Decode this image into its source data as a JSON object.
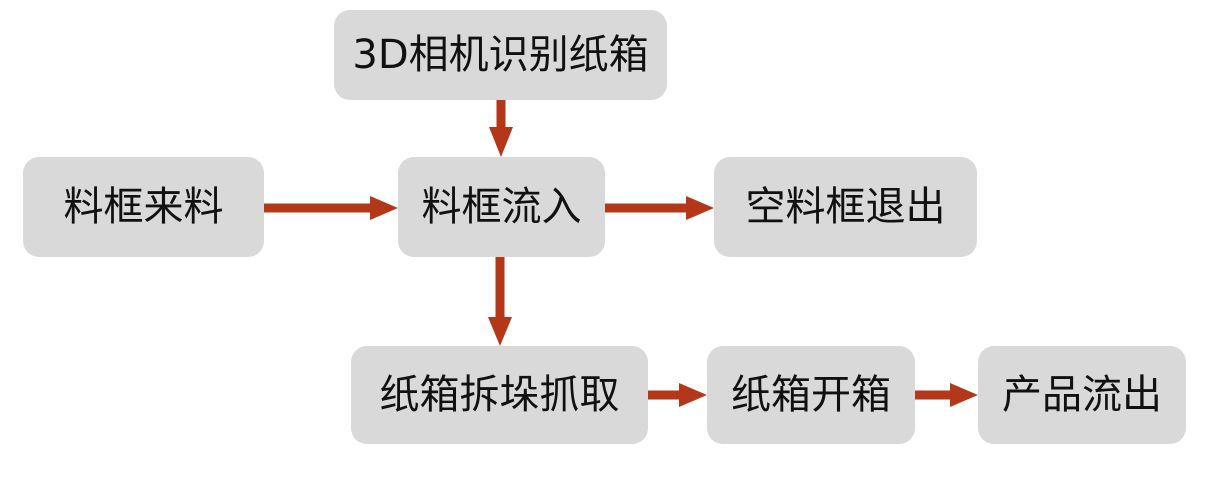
{
  "diagram": {
    "nodes": {
      "camera": "3D相机识别纸箱",
      "feed": "料框来料",
      "inflow": "料框流入",
      "exit": "空料框退出",
      "pick": "纸箱拆垛抓取",
      "open": "纸箱开箱",
      "out": "产品流出"
    },
    "edges": [
      {
        "from": "camera",
        "to": "inflow"
      },
      {
        "from": "feed",
        "to": "inflow"
      },
      {
        "from": "inflow",
        "to": "exit"
      },
      {
        "from": "inflow",
        "to": "pick"
      },
      {
        "from": "pick",
        "to": "open"
      },
      {
        "from": "open",
        "to": "out"
      }
    ],
    "colors": {
      "node_fill": "#d9d9d9",
      "node_text": "#111111",
      "arrow": "#b5371a"
    }
  }
}
